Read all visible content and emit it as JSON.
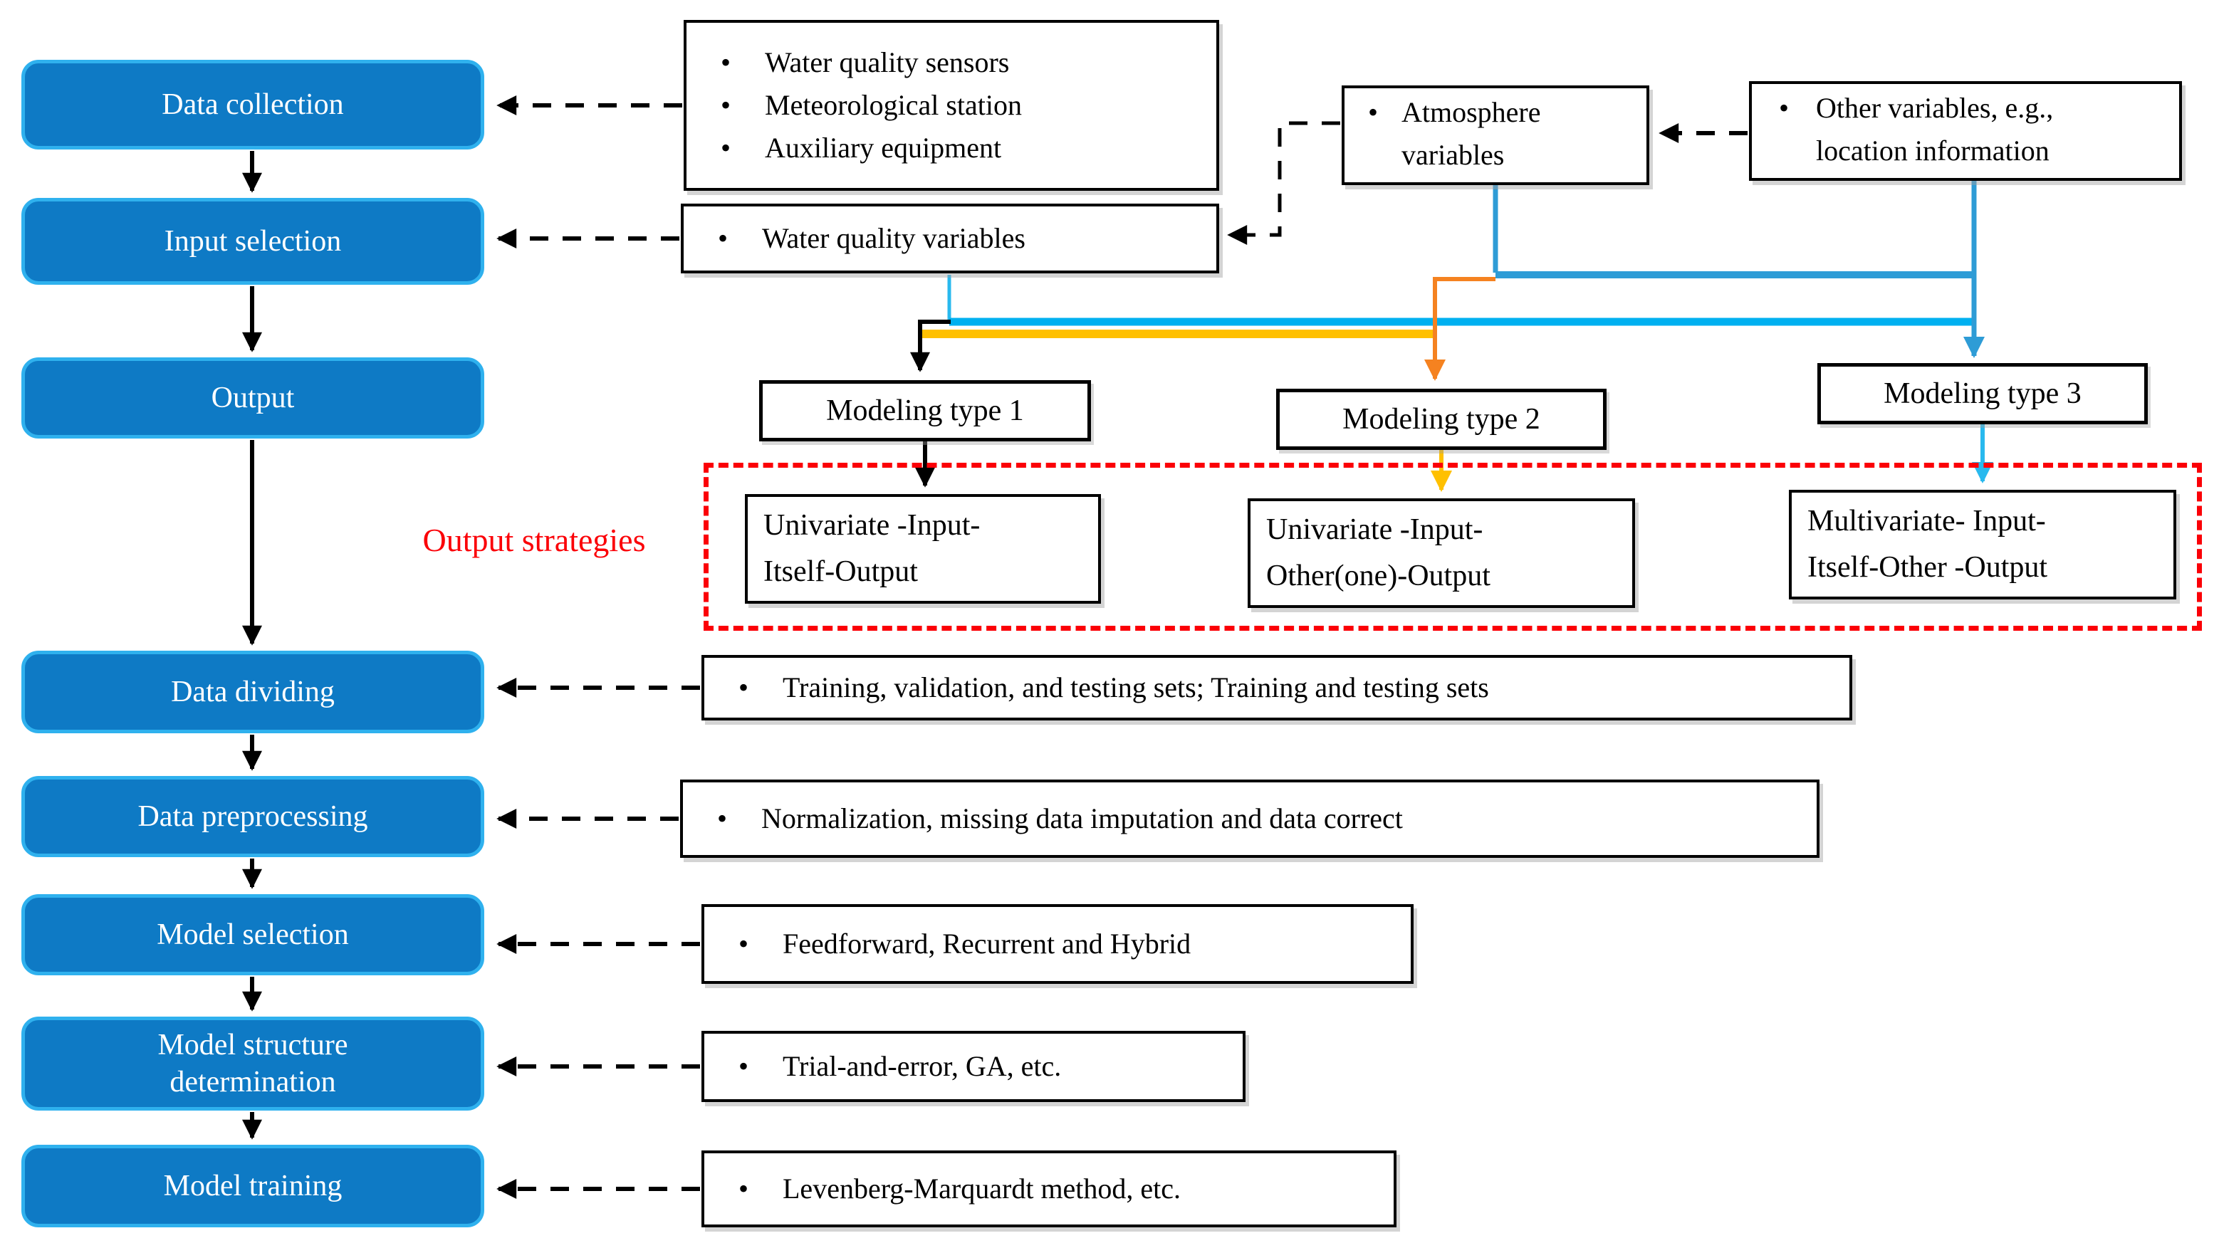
{
  "glyphs": {
    "bullet": "•"
  },
  "palette": {
    "process_fill": "#0e7ac5",
    "process_border": "#2fb1ee",
    "line_blue": "#2e9cd6",
    "line_cyan": "#00b0f0",
    "line_cyan_light": "#29b9ee",
    "line_yellow": "#ffc000",
    "line_orange": "#f58220",
    "red": "#fb0007",
    "black": "#000000"
  },
  "stages": [
    {
      "label": "Data collection"
    },
    {
      "label": "Input selection"
    },
    {
      "label": "Output"
    },
    {
      "label": "Data dividing"
    },
    {
      "label": "Data preprocessing"
    },
    {
      "label": "Model selection"
    },
    {
      "line1": "Model structure",
      "line2": "determination"
    },
    {
      "label": "Model training"
    }
  ],
  "collection_sources": {
    "bullets": [
      {
        "text": "Water quality sensors"
      },
      {
        "text": "Meteorological station"
      },
      {
        "text": "Auxiliary equipment"
      }
    ]
  },
  "variable_boxes": {
    "water_quality": {
      "text": "Water quality variables"
    },
    "atmosphere": {
      "line1": "Atmosphere",
      "line2": "variables"
    },
    "other": {
      "line1": "Other variables, e.g.,",
      "line2": "location information"
    }
  },
  "modeling_types": [
    {
      "label": "Modeling type 1"
    },
    {
      "label": "Modeling type 2"
    },
    {
      "label": "Modeling type 3"
    }
  ],
  "output_strategies": {
    "label": "Output strategies",
    "strategies": [
      {
        "line1": "Univariate -Input-",
        "line2": "Itself-Output"
      },
      {
        "line1": "Univariate -Input-",
        "line2": "Other(one)-Output"
      },
      {
        "line1": "Multivariate- Input-",
        "line2": "Itself-Other -Output"
      }
    ]
  },
  "notes": [
    {
      "text": "Training, validation, and testing sets; Training and testing sets"
    },
    {
      "text": "Normalization, missing data imputation and data correct"
    },
    {
      "text": "Feedforward, Recurrent and Hybrid"
    },
    {
      "text": "Trial-and-error, GA, etc."
    },
    {
      "text": "Levenberg-Marquardt method, etc."
    }
  ]
}
